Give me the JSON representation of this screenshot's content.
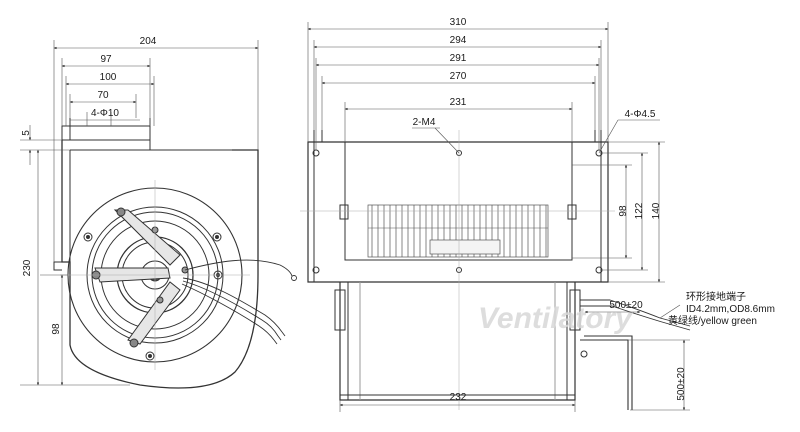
{
  "watermark": "Ventilatory",
  "left_view": {
    "dims_top": [
      "204",
      "97",
      "100",
      "70",
      "4-Φ10"
    ],
    "dims_left": [
      "5",
      "230",
      "98"
    ]
  },
  "right_view": {
    "dims_top": [
      "310",
      "294",
      "291",
      "270",
      "231"
    ],
    "dims_right": [
      "98",
      "122",
      "140"
    ],
    "dims_bottom": "232",
    "callouts": {
      "m4": "2-M4",
      "phi45": "4-Φ4.5",
      "lead1": "500±20",
      "lead2": "500±20"
    },
    "ground_note": {
      "line1": "环形接地端子",
      "line2": "ID4.2mm,OD8.6mm",
      "line3": "黄绿线/yellow green"
    }
  }
}
